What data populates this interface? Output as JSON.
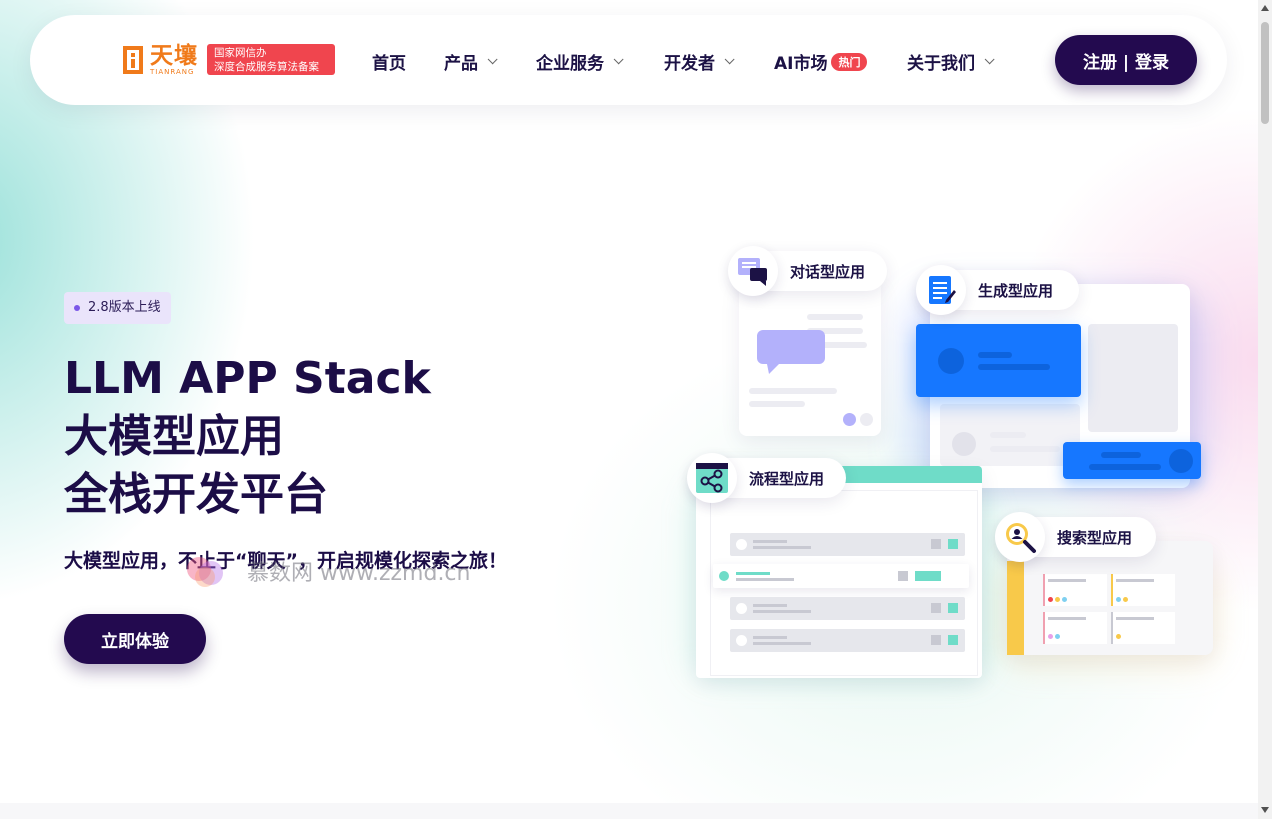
{
  "nav": {
    "logo_cn": "天壤",
    "logo_en": "TIANRANG",
    "registration_line1": "国家网信办",
    "registration_line2": "深度合成服务算法备案",
    "items": [
      {
        "label": "首页",
        "has_dropdown": false
      },
      {
        "label": "产品",
        "has_dropdown": true
      },
      {
        "label": "企业服务",
        "has_dropdown": true
      },
      {
        "label": "开发者",
        "has_dropdown": true
      },
      {
        "label": "AI市场",
        "badge": "热门",
        "has_dropdown": false
      },
      {
        "label": "关于我们",
        "has_dropdown": true
      }
    ],
    "login_label": "注册 | 登录"
  },
  "hero": {
    "version_badge": "2.8版本上线",
    "title_line1": "LLM APP Stack",
    "title_line2": "大模型应用",
    "title_line3": "全栈开发平台",
    "subtitle": "大模型应用，不止于“聊天”，开启规模化探索之旅！",
    "cta_label": "立即体验"
  },
  "illustration": {
    "chat_app": "对话型应用",
    "generative_app": "生成型应用",
    "workflow_app": "流程型应用",
    "search_app": "搜索型应用"
  },
  "watermark": "慕数网 www.zzmd.cn",
  "colors": {
    "primary_dark": "#230a4f",
    "logo_orange": "#f07a1a",
    "badge_red": "#f0454e",
    "blue": "#1677ff",
    "teal": "#6fdcc8",
    "yellow": "#f8c94a",
    "lavender": "#b3b1fb"
  }
}
